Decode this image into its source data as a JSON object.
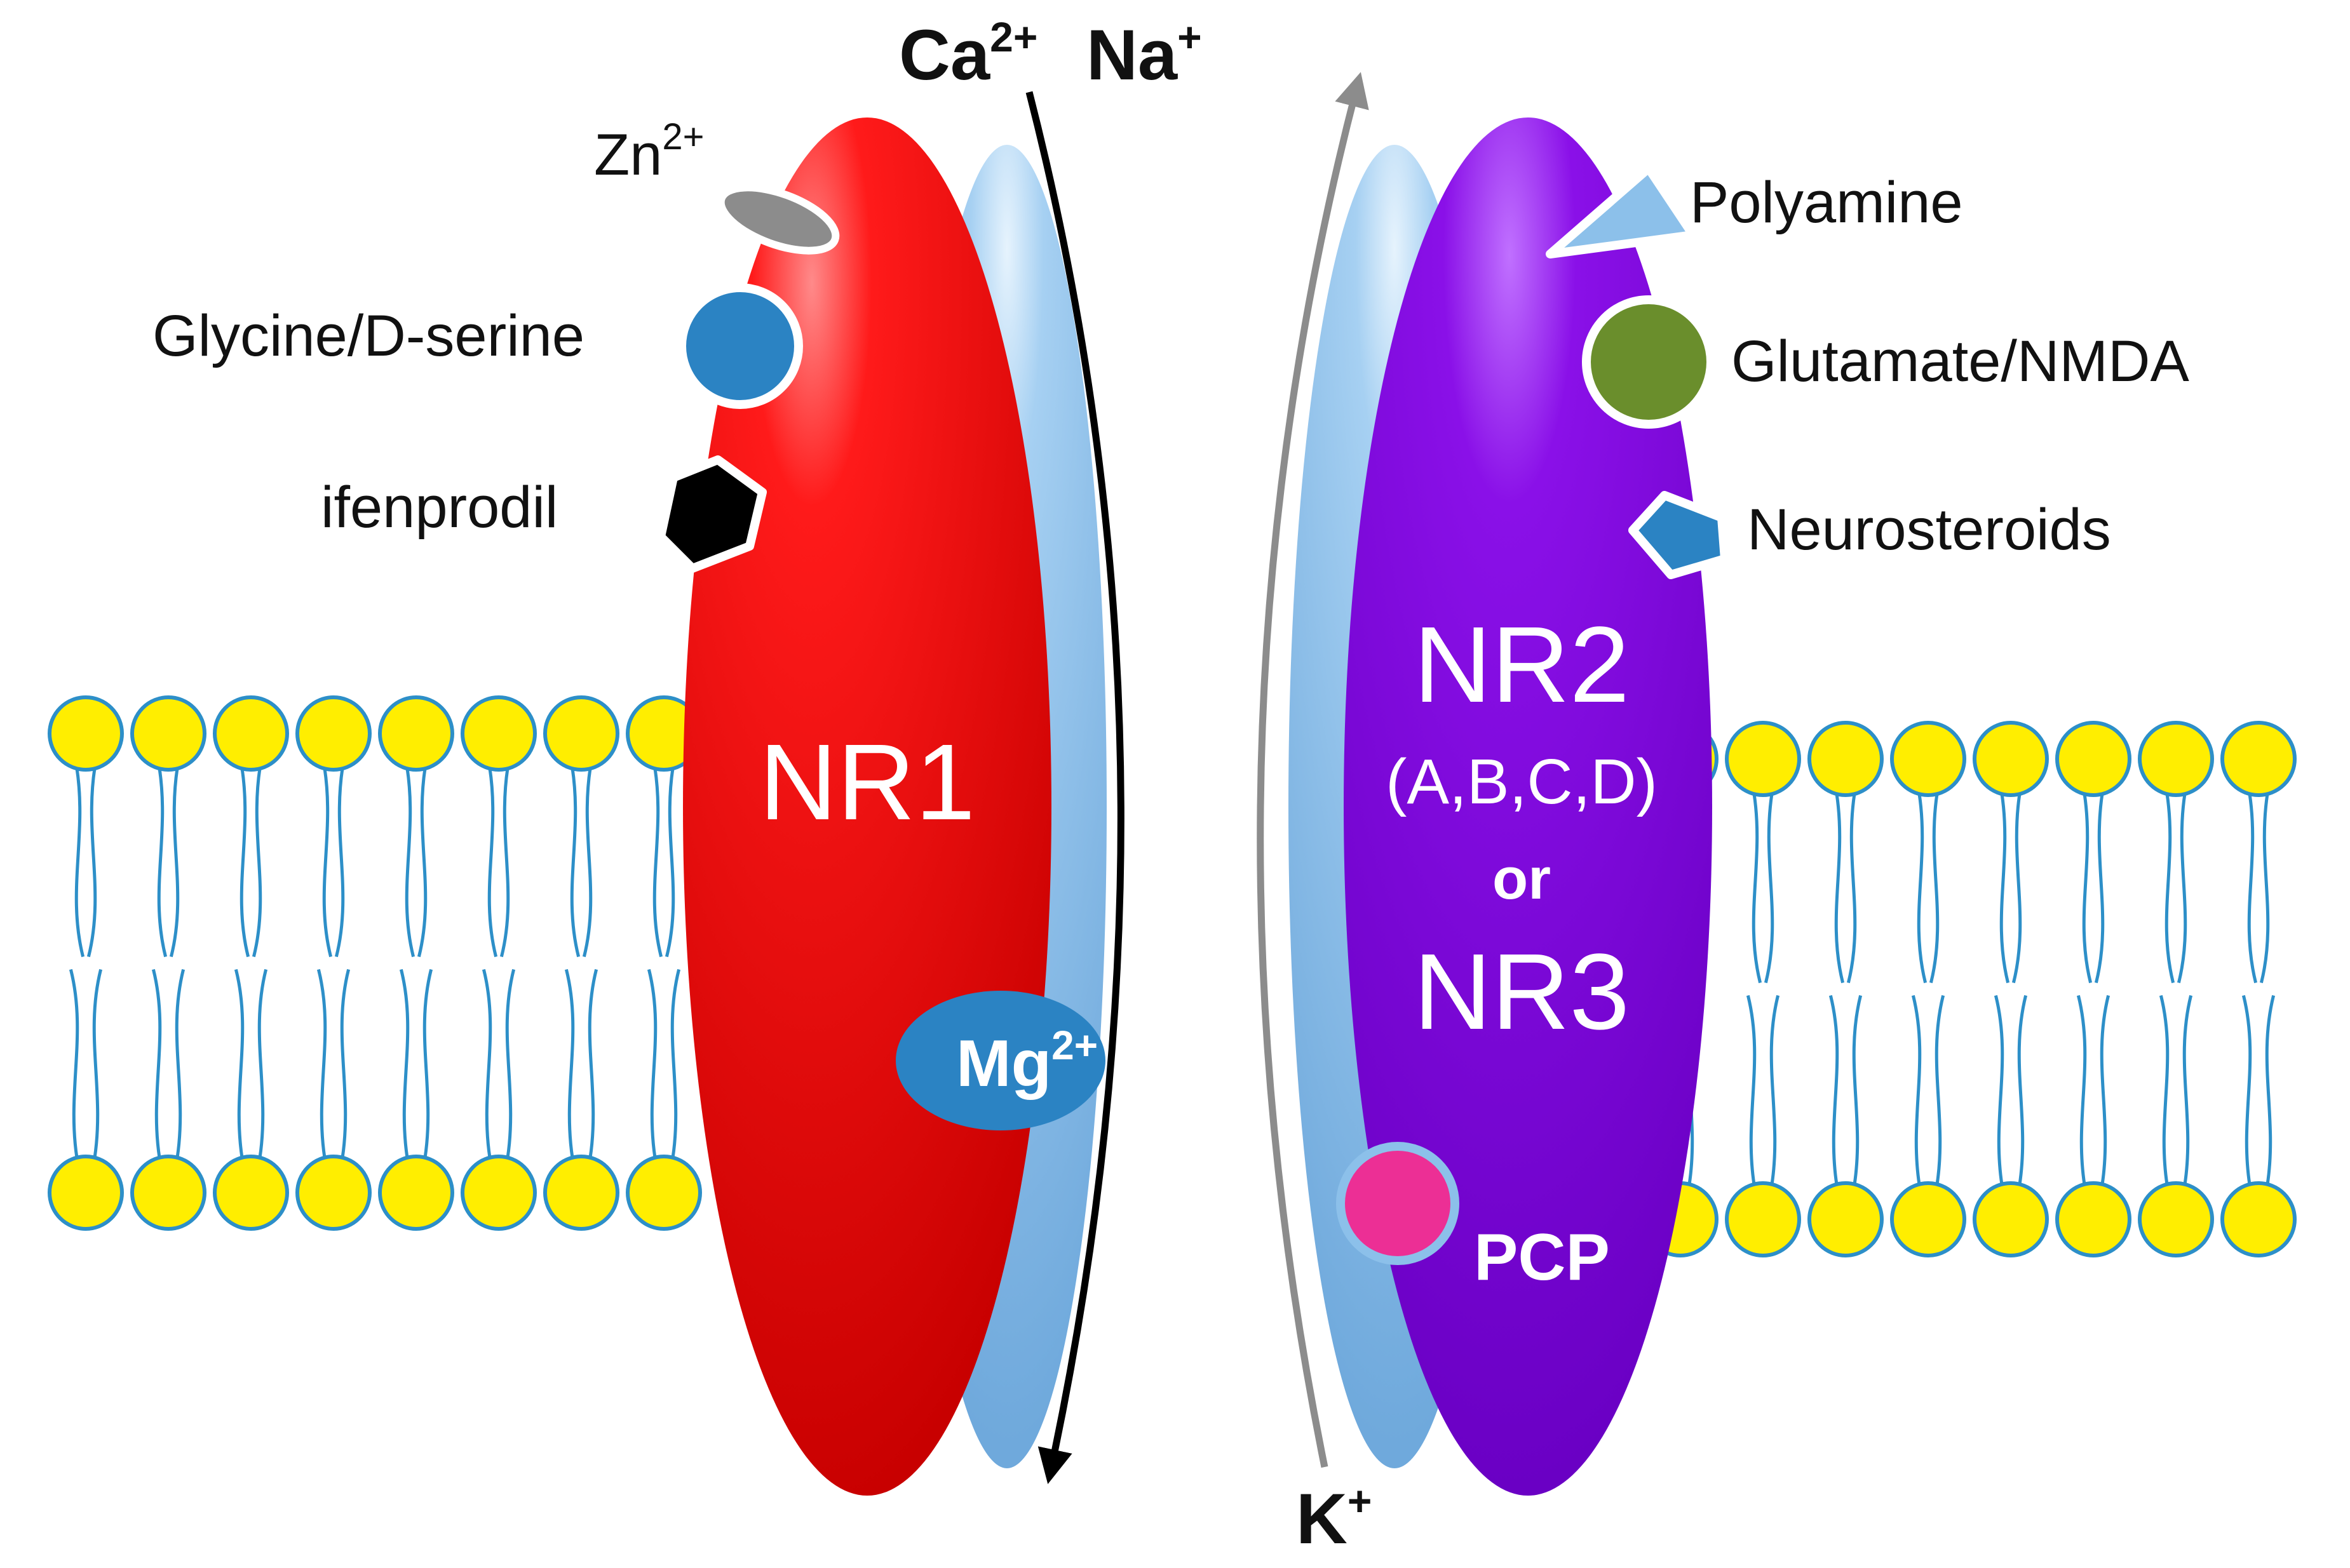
{
  "colors": {
    "nr1": "#e60000",
    "nr2": "#7a00d6",
    "inner_subunit": "#8cc0ea",
    "membrane_head": "#ffee00",
    "membrane_tail": "#2d8fc8",
    "zn": "#8c8c8c",
    "glycine": "#2b83c3",
    "ifenprodil": "#000000",
    "polyamine": "#8cc0ea",
    "glutamate": "#6a8e2c",
    "neurosteroids": "#2b83c3",
    "mg": "#2b83c3",
    "pcp": "#ec2f95",
    "ca_na_arrow": "#000000",
    "k_arrow": "#8c8c8c"
  },
  "ions": {
    "ca": "Ca",
    "ca_charge": "2+",
    "na": "Na",
    "na_charge": "+",
    "k": "K",
    "k_charge": "+"
  },
  "subunits": {
    "nr1": "NR1",
    "nr2": "NR2",
    "nr2_variants": "(A,B,C,D)",
    "or": "or",
    "nr3": "NR3"
  },
  "binding_sites": {
    "zn": "Zn",
    "zn_charge": "2+",
    "glycine": "Glycine/D-serine",
    "ifenprodil": "ifenprodil",
    "polyamine": "Polyamine",
    "glutamate": "Glutamate/NMDA",
    "neurosteroids": "Neurosteroids",
    "mg": "Mg",
    "mg_charge": "2+",
    "pcp": "PCP"
  }
}
